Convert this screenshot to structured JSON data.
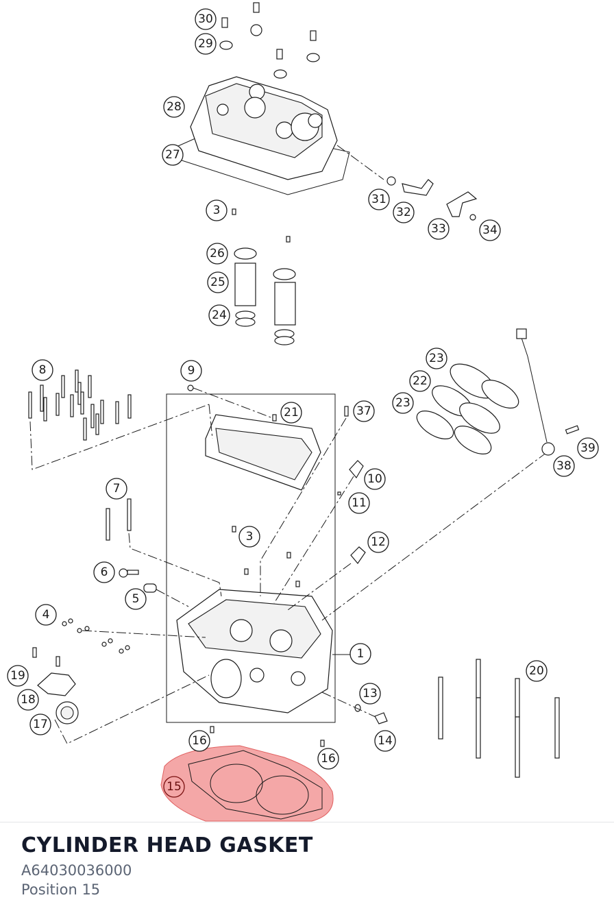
{
  "diagram": {
    "callouts": [
      "1",
      "3",
      "3",
      "4",
      "5",
      "6",
      "7",
      "8",
      "9",
      "10",
      "11",
      "12",
      "13",
      "14",
      "15",
      "16",
      "16",
      "17",
      "18",
      "19",
      "20",
      "21",
      "22",
      "23",
      "23",
      "24",
      "25",
      "26",
      "27",
      "28",
      "29",
      "30",
      "31",
      "32",
      "33",
      "34",
      "37",
      "38",
      "39"
    ],
    "highlight_color": "#f08a8a"
  },
  "selected_part": {
    "title": "CYLINDER HEAD GASKET",
    "part_number": "A64030036000",
    "position": "Position 15"
  }
}
